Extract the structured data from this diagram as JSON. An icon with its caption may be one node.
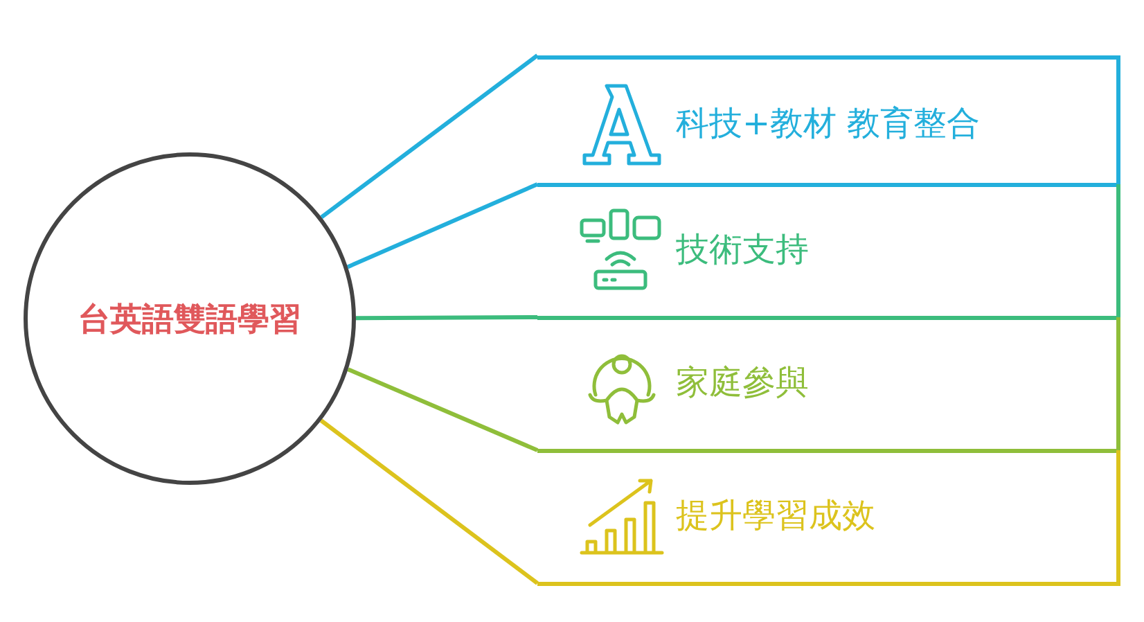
{
  "diagram": {
    "nodes": [
      {
        "text": [
          "台英語雙語學習"
        ]
      },
      {
        "text": [
          "科技+教材 教育整合"
        ]
      },
      {
        "text": [
          "技術支持"
        ]
      },
      {
        "text": [
          "家庭參與"
        ]
      },
      {
        "text": [
          "提升學習成效"
        ]
      }
    ],
    "edges": [
      {
        "from": 0,
        "to": 1,
        "arrow": "none",
        "color": "#23afdc"
      },
      {
        "from": 0,
        "to": 2,
        "arrow": "none",
        "color": "#23afdc"
      },
      {
        "from": 0,
        "to": 3,
        "arrow": "none",
        "color": "#3cbc7d"
      },
      {
        "from": 0,
        "to": 4,
        "arrow": "none",
        "color": "#8fbe3a"
      },
      {
        "from": 0,
        "to": 4,
        "arrow": "none",
        "color": "#dcc31d"
      }
    ]
  }
}
